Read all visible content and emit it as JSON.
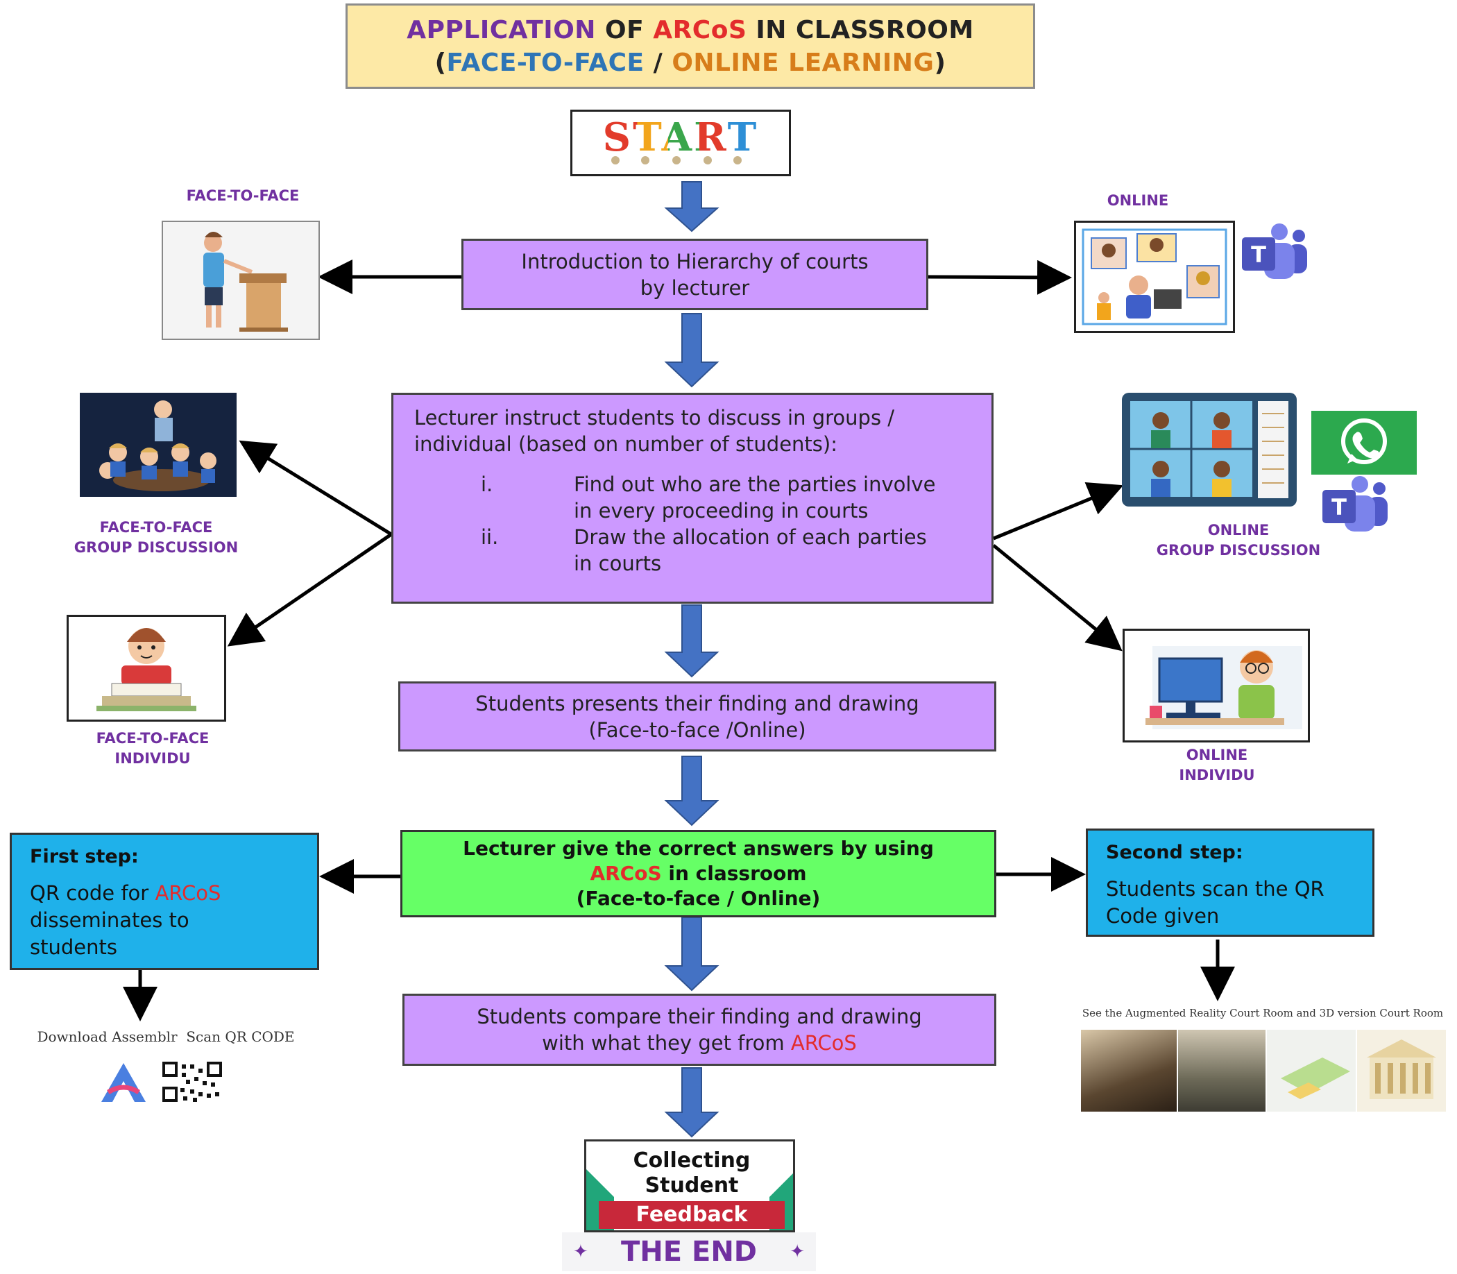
{
  "title": {
    "line1": {
      "part1": "APPLICATION",
      "part2": " OF ",
      "part3": "ARCoS",
      "part4": " IN CLASSROOM"
    },
    "line2": {
      "open": "(",
      "part1": "FACE-TO-FACE",
      "sep": " / ",
      "part2": "ONLINE LEARNING",
      "close": ")"
    }
  },
  "start": {
    "label": "START"
  },
  "captions": {
    "f2f_top": "FACE-TO-FACE",
    "online_top": "ONLINE",
    "f2f_group_1": "FACE-TO-FACE",
    "f2f_group_2": "GROUP DISCUSSION",
    "online_group_1": "ONLINE",
    "online_group_2": "GROUP DISCUSSION",
    "f2f_ind_1": "FACE-TO-FACE",
    "f2f_ind_2": "INDIVIDU",
    "online_ind_1": "ONLINE",
    "online_ind_2": "INDIVIDU"
  },
  "steps": {
    "intro": {
      "line1": "Introduction to Hierarchy of courts",
      "line2": "by lecturer"
    },
    "instruct": {
      "line1": "Lecturer instruct students to discuss in groups /",
      "line2": "individual (based on number of students):",
      "items": [
        {
          "num": "i.",
          "line1": "Find out who are the parties involve",
          "line2": "in every proceeding in courts"
        },
        {
          "num": "ii.",
          "line1": "Draw the allocation of each parties",
          "line2": "in courts"
        }
      ]
    },
    "present": {
      "line1": "Students presents their finding and drawing",
      "line2": "(Face-to-face /Online)"
    },
    "correct": {
      "line1": "Lecturer give the correct answers by using",
      "line2_a": "ARCoS",
      "line2_b": " in classroom",
      "line3": "(Face-to-face / Online)"
    },
    "compare": {
      "line1": "Students compare their finding and drawing",
      "line2_a": "with what they get from ",
      "line2_b": "ARCoS"
    }
  },
  "first_step": {
    "heading": "First step:",
    "line1_a": "QR code for ",
    "line1_b": "ARCoS",
    "line2": "disseminates to",
    "line3": "students"
  },
  "second_step": {
    "heading": "Second step:",
    "line1": "Students scan the QR",
    "line2": "Code given"
  },
  "download_note": "Download Assemblr  Scan QR CODE",
  "ar_note": "See the Augmented Reality Court Room and 3D version Court Room",
  "end": {
    "line1": "Collecting",
    "line2": "Student",
    "line3": "Feedback",
    "the_end": "THE END"
  },
  "colors": {
    "purple_box": "#cc99ff",
    "blue_box": "#1fb1ea",
    "green_box": "#66ff66",
    "title_bg": "#fde9a6",
    "arrow_blue": "#4472c4",
    "accent_red": "#e32c2c",
    "caption_purple": "#7030a0"
  }
}
